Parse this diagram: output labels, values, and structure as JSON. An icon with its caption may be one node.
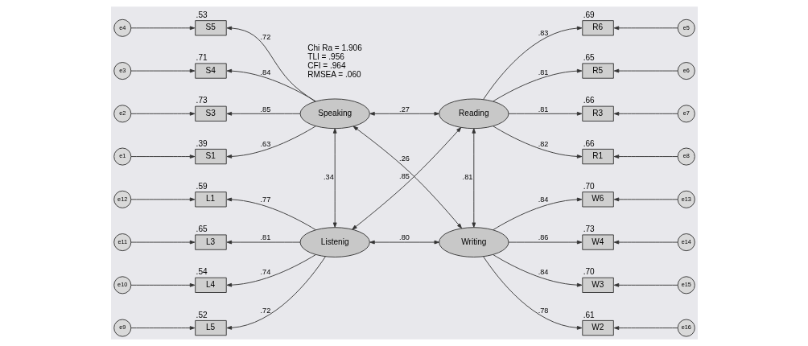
{
  "diagram": {
    "nodes": [
      {
        "text": [
          "e4"
        ]
      },
      {
        "text": [
          "S5"
        ],
        "beside": [
          ".53"
        ]
      },
      {
        "text": [
          "e3"
        ]
      },
      {
        "text": [
          "S4"
        ],
        "beside": [
          ".71"
        ]
      },
      {
        "text": [
          "e2"
        ]
      },
      {
        "text": [
          "S3"
        ],
        "beside": [
          ".73"
        ]
      },
      {
        "text": [
          "e1"
        ]
      },
      {
        "text": [
          "S1"
        ],
        "beside": [
          ".39"
        ]
      },
      {
        "text": [
          "e12"
        ]
      },
      {
        "text": [
          "L1"
        ],
        "beside": [
          ".59"
        ]
      },
      {
        "text": [
          "e11"
        ]
      },
      {
        "text": [
          "L3"
        ],
        "beside": [
          ".65"
        ]
      },
      {
        "text": [
          "e10"
        ]
      },
      {
        "text": [
          "L4"
        ],
        "beside": [
          ".54"
        ]
      },
      {
        "text": [
          "e9"
        ]
      },
      {
        "text": [
          "L5"
        ],
        "beside": [
          ".52"
        ]
      },
      {
        "text": [
          "Speaking"
        ]
      },
      {
        "text": [
          "Listenig"
        ]
      },
      {
        "text": [
          "Reading"
        ]
      },
      {
        "text": [
          "Writing"
        ]
      },
      {
        "text": [
          "R6"
        ],
        "beside": [
          ".69"
        ]
      },
      {
        "text": [
          "e5"
        ]
      },
      {
        "text": [
          "R5"
        ],
        "beside": [
          ".65"
        ]
      },
      {
        "text": [
          "e6"
        ]
      },
      {
        "text": [
          "R3"
        ],
        "beside": [
          ".66"
        ]
      },
      {
        "text": [
          "e7"
        ]
      },
      {
        "text": [
          "R1"
        ],
        "beside": [
          ".66"
        ]
      },
      {
        "text": [
          "e8"
        ]
      },
      {
        "text": [
          "W6"
        ],
        "beside": [
          ".70"
        ]
      },
      {
        "text": [
          "e13"
        ]
      },
      {
        "text": [
          "W4"
        ],
        "beside": [
          ".73"
        ]
      },
      {
        "text": [
          "e14"
        ]
      },
      {
        "text": [
          "W3"
        ],
        "beside": [
          ".70"
        ]
      },
      {
        "text": [
          "e15"
        ]
      },
      {
        "text": [
          "W2"
        ],
        "beside": [
          ".61"
        ]
      },
      {
        "text": [
          "e16"
        ]
      }
    ],
    "edges": [
      {
        "from": 0,
        "to": 1,
        "arrow": "to"
      },
      {
        "from": 2,
        "to": 3,
        "arrow": "to"
      },
      {
        "from": 4,
        "to": 5,
        "arrow": "to"
      },
      {
        "from": 6,
        "to": 7,
        "arrow": "to"
      },
      {
        "from": 8,
        "to": 9,
        "arrow": "to"
      },
      {
        "from": 10,
        "to": 11,
        "arrow": "to"
      },
      {
        "from": 12,
        "to": 13,
        "arrow": "to"
      },
      {
        "from": 14,
        "to": 15,
        "arrow": "to"
      },
      {
        "from": 16,
        "to": 1,
        "arrow": "to",
        "label": ".72"
      },
      {
        "from": 16,
        "to": 3,
        "arrow": "to",
        "label": ".84"
      },
      {
        "from": 16,
        "to": 5,
        "arrow": "to",
        "label": ".85"
      },
      {
        "from": 16,
        "to": 7,
        "arrow": "to",
        "label": ".63"
      },
      {
        "from": 17,
        "to": 9,
        "arrow": "to",
        "label": ".77"
      },
      {
        "from": 17,
        "to": 11,
        "arrow": "to",
        "label": ".81"
      },
      {
        "from": 17,
        "to": 13,
        "arrow": "to",
        "label": ".74"
      },
      {
        "from": 17,
        "to": 15,
        "arrow": "to",
        "label": ".72"
      },
      {
        "from": 16,
        "to": 18,
        "arrow": "both",
        "label": ".27"
      },
      {
        "from": 16,
        "to": 17,
        "arrow": "both",
        "label": ".34"
      },
      {
        "from": 18,
        "to": 17,
        "arrow": "both",
        "label": ".85"
      },
      {
        "from": 16,
        "to": 19,
        "arrow": "both",
        "label": ".26"
      },
      {
        "from": 18,
        "to": 19,
        "arrow": "both",
        "label": ".81"
      },
      {
        "from": 17,
        "to": 19,
        "arrow": "both",
        "label": ".80"
      },
      {
        "from": 18,
        "to": 20,
        "arrow": "to",
        "label": ".83"
      },
      {
        "from": 18,
        "to": 22,
        "arrow": "to",
        "label": ".81"
      },
      {
        "from": 18,
        "to": 24,
        "arrow": "to",
        "label": ".81"
      },
      {
        "from": 18,
        "to": 26,
        "arrow": "to",
        "label": ".82"
      },
      {
        "from": 19,
        "to": 28,
        "arrow": "to",
        "label": ".84"
      },
      {
        "from": 19,
        "to": 30,
        "arrow": "to",
        "label": ".86"
      },
      {
        "from": 19,
        "to": 32,
        "arrow": "to",
        "label": ".84"
      },
      {
        "from": 19,
        "to": 34,
        "arrow": "to",
        "label": ".78"
      },
      {
        "from": 21,
        "to": 20,
        "arrow": "to"
      },
      {
        "from": 23,
        "to": 22,
        "arrow": "to"
      },
      {
        "from": 25,
        "to": 24,
        "arrow": "to"
      },
      {
        "from": 27,
        "to": 26,
        "arrow": "to"
      },
      {
        "from": 29,
        "to": 28,
        "arrow": "to"
      },
      {
        "from": 31,
        "to": 30,
        "arrow": "to"
      },
      {
        "from": 33,
        "to": 32,
        "arrow": "to"
      },
      {
        "from": 35,
        "to": 34,
        "arrow": "to"
      }
    ],
    "labels": [
      "Chi Ra = 1.906",
      "TLI = .956",
      "CFI = .964",
      "RMSEA = .060"
    ]
  }
}
